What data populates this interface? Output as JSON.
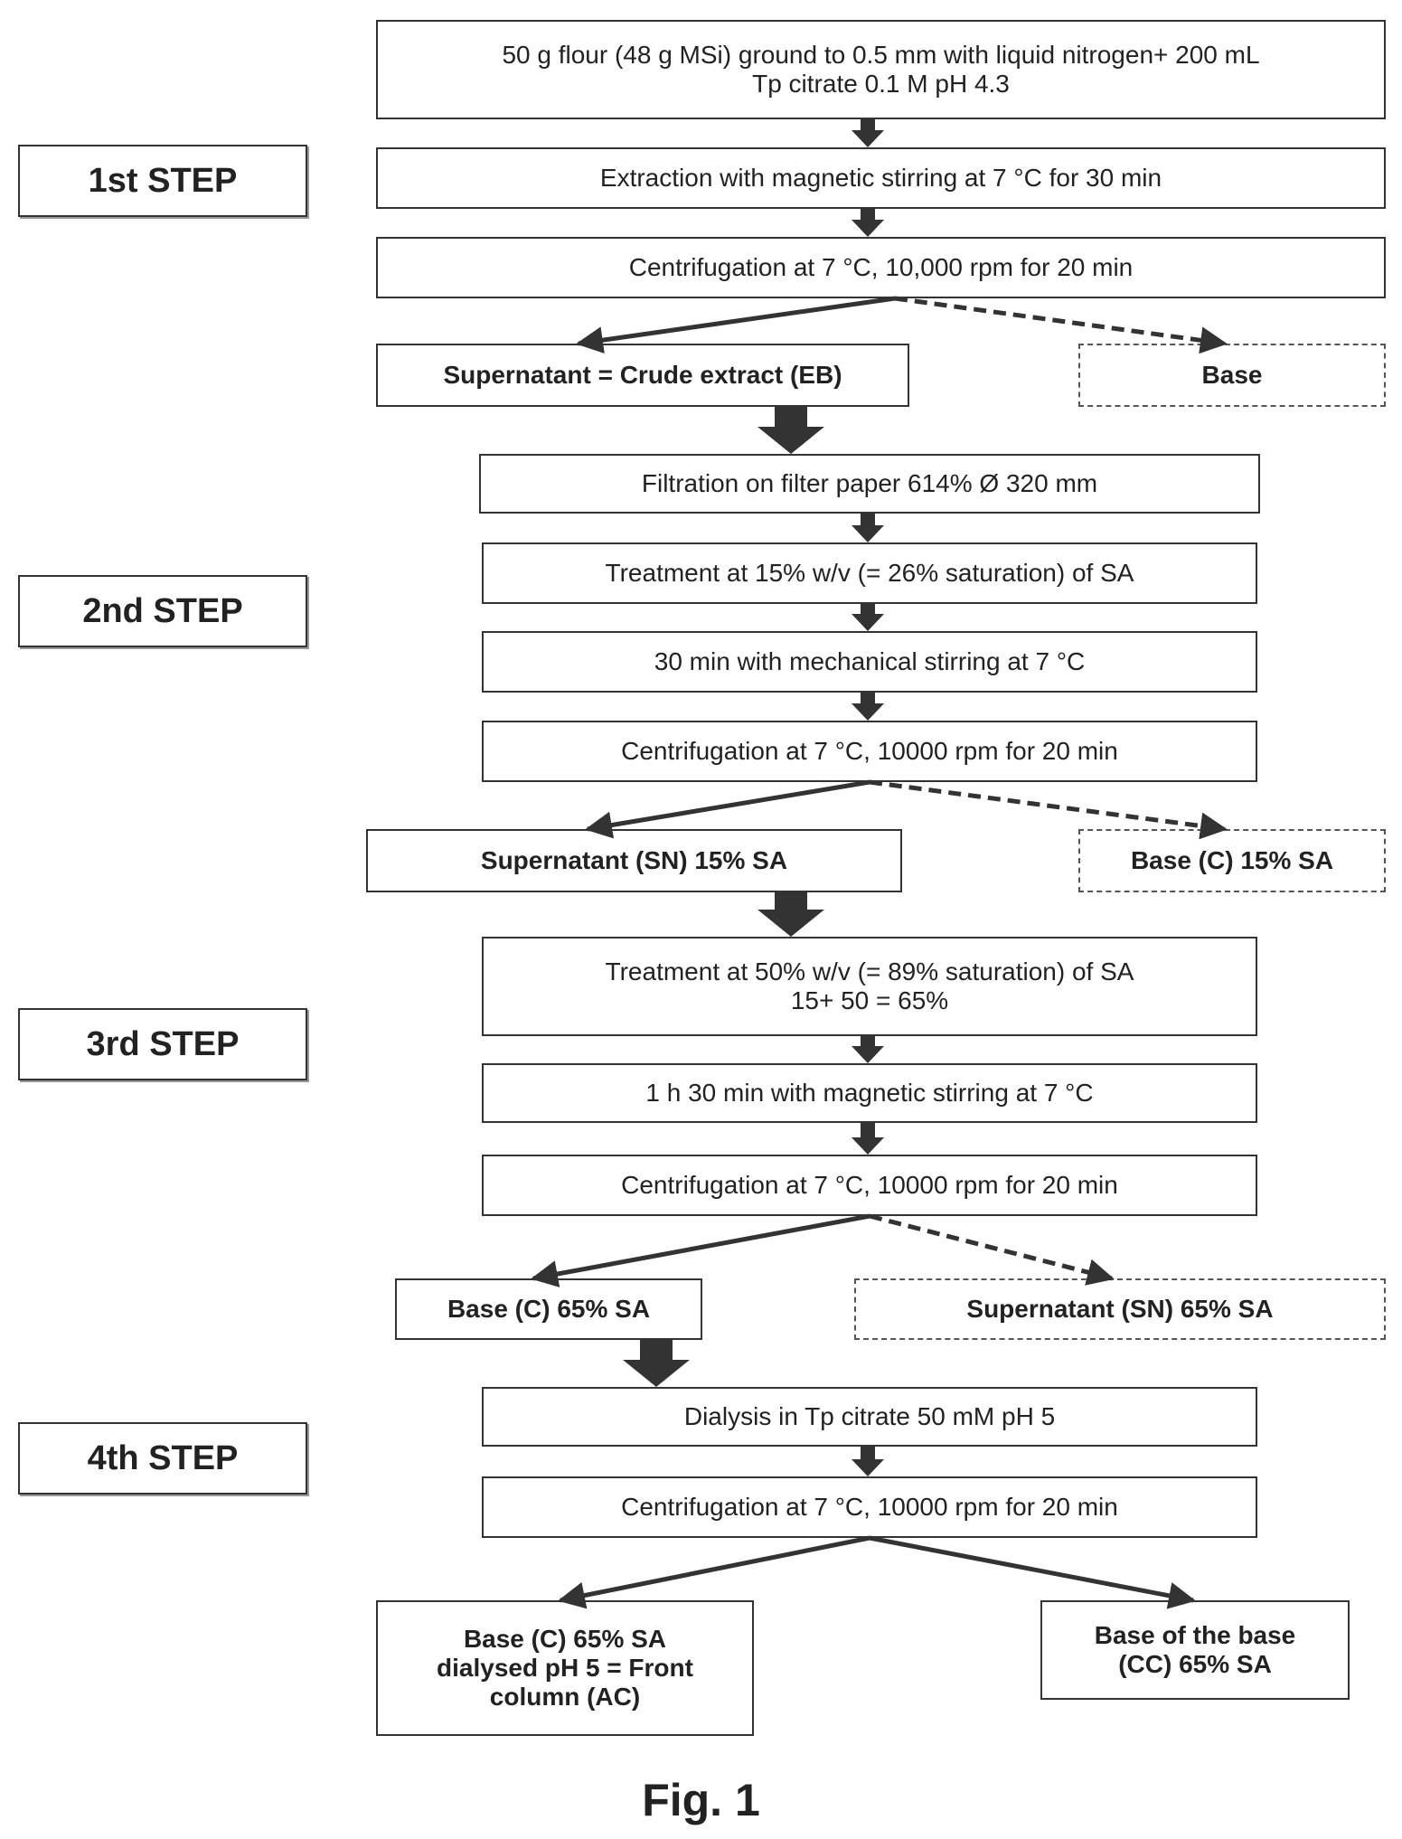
{
  "steps": {
    "s1": "1st STEP",
    "s2": "2nd STEP",
    "s3": "3rd STEP",
    "s4": "4th STEP"
  },
  "boxes": {
    "flour": "50 g flour (48 g MSi) ground to 0.5 mm with liquid nitrogen+ 200 mL\nTp citrate 0.1 M pH 4.3",
    "extraction": "Extraction with magnetic stirring at 7 °C for 30 min",
    "centrif1": "Centrifugation at 7 °C, 10,000 rpm for 20 min",
    "supernatant_eb": "Supernatant = Crude extract (EB)",
    "base1": "Base",
    "filtration": "Filtration on filter paper 614% Ø 320 mm",
    "treat15": "Treatment at 15% w/v (= 26% saturation) of SA",
    "stir30": "30 min with mechanical stirring at 7 °C",
    "centrif2": "Centrifugation at 7 °C, 10000 rpm for 20 min",
    "sn15": "Supernatant (SN) 15% SA",
    "c15": "Base (C) 15% SA",
    "treat50": "Treatment at 50% w/v (= 89% saturation) of SA\n15+ 50 = 65%",
    "stir90": "1 h 30 min with magnetic stirring at 7 °C",
    "centrif3": "Centrifugation at 7 °C, 10000 rpm for 20 min",
    "c65": "Base (C) 65% SA",
    "sn65": "Supernatant (SN) 65% SA",
    "dialysis": "Dialysis in Tp citrate 50 mM pH 5",
    "centrif4": "Centrifugation at 7 °C, 10000 rpm for 20 min",
    "ac": "Base (C) 65% SA\ndialysed pH 5 = Front\ncolumn (AC)",
    "cc": "Base of the base\n(CC) 65% SA"
  },
  "caption": "Fig. 1"
}
